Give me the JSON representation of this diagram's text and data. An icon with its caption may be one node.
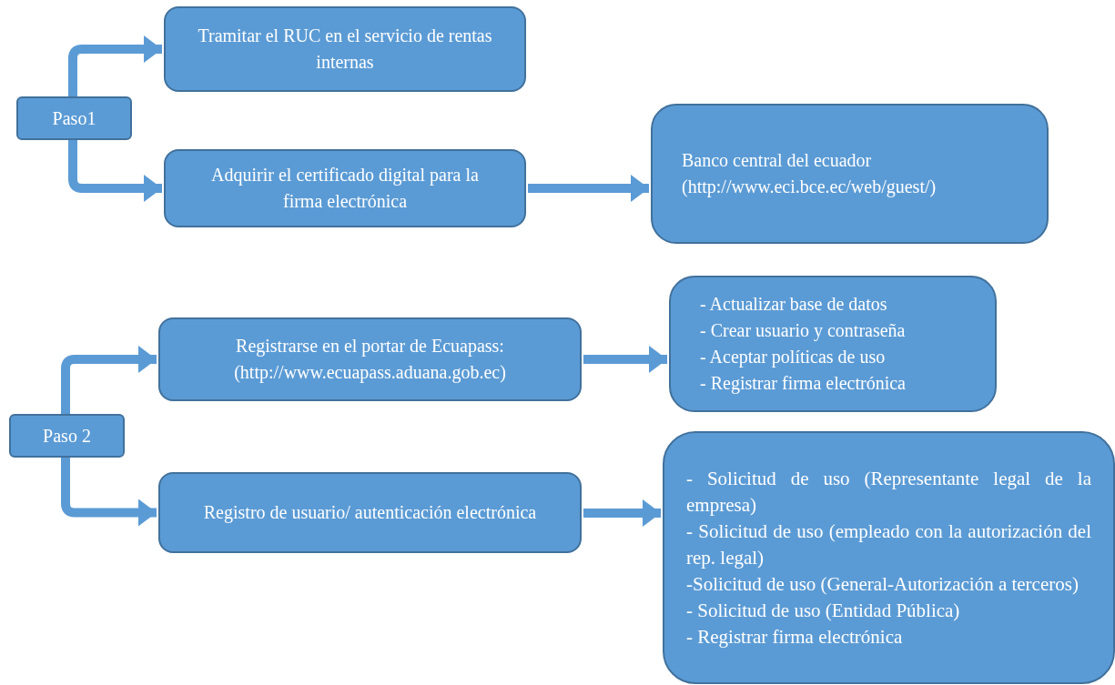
{
  "diagram": {
    "nodes": [
      {
        "text": [
          "Paso1"
        ]
      },
      {
        "text": [
          "Tramitar el RUC en el servicio de rentas internas"
        ]
      },
      {
        "text": [
          "Adquirir el certificado digital para la firma electrónica"
        ]
      },
      {
        "text": [
          "Banco central del ecuador",
          "(http://www.eci.bce.ec/web/guest/)"
        ]
      },
      {
        "text": [
          "Paso 2"
        ]
      },
      {
        "text": [
          "Registrarse en el portar de Ecuapass:",
          "(http://www.ecuapass.aduana.gob.ec)"
        ]
      },
      {
        "text": [
          "Registro de usuario/ autenticación electrónica"
        ]
      },
      {
        "text": [
          "- Actualizar base de datos",
          "- Crear usuario y contraseña",
          "- Aceptar políticas de uso",
          "- Registrar firma electrónica"
        ]
      },
      {
        "text": [
          "- Solicitud de uso (Representante legal de la empresa)",
          "- Solicitud de uso (empleado con la autorización del rep. legal)",
          "-Solicitud de uso (General-Autorización a terceros)",
          "- Solicitud de uso (Entidad Pública)",
          "- Registrar firma electrónica"
        ]
      }
    ],
    "edges": [
      {
        "from": 0,
        "to": 1,
        "arrow": "to"
      },
      {
        "from": 0,
        "to": 2,
        "arrow": "to"
      },
      {
        "from": 2,
        "to": 3,
        "arrow": "to"
      },
      {
        "from": 4,
        "to": 5,
        "arrow": "to"
      },
      {
        "from": 4,
        "to": 6,
        "arrow": "to"
      },
      {
        "from": 5,
        "to": 7,
        "arrow": "to"
      },
      {
        "from": 6,
        "to": 8,
        "arrow": "to"
      }
    ]
  }
}
